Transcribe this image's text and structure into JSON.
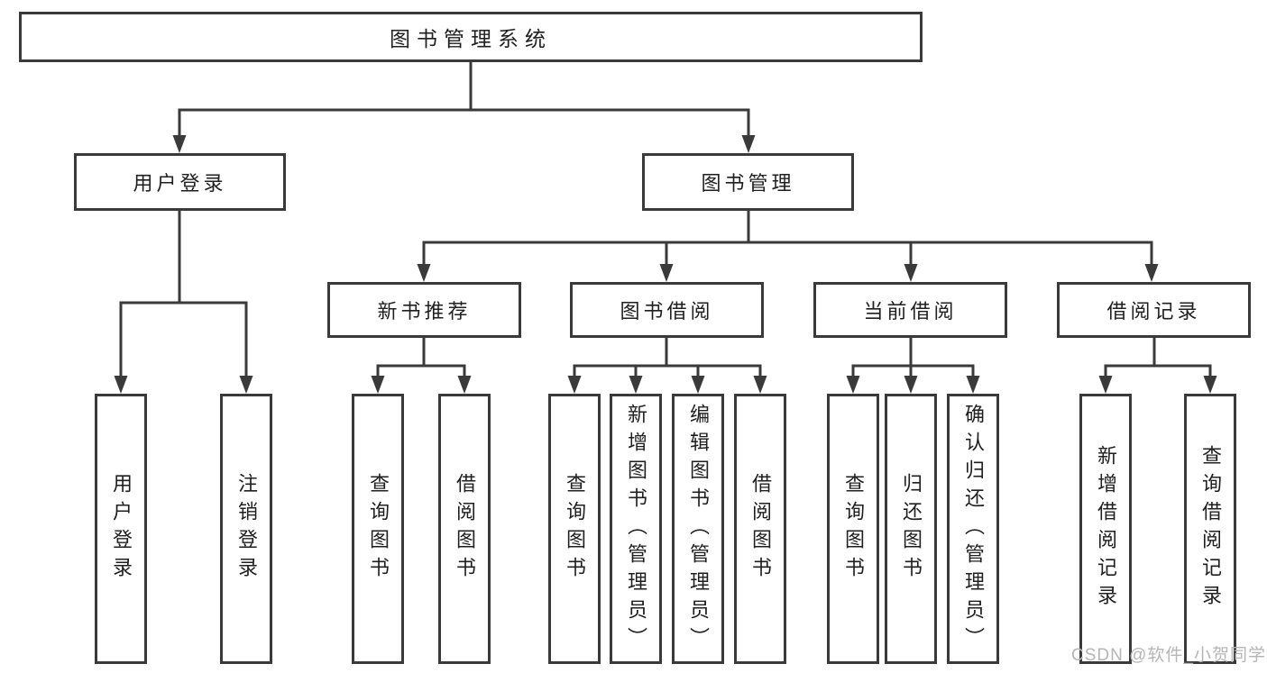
{
  "diagram": {
    "title": "图书管理系统",
    "colors": {
      "background": "#ffffff",
      "line": "#3a3a3a",
      "box_border": "#3a3a3a",
      "text": "#1f1f1f",
      "watermark": "#b5b5b5"
    },
    "root": {
      "label": "图书管理系统"
    },
    "level2": {
      "user_login": {
        "label": "用户登录"
      },
      "book_management": {
        "label": "图书管理"
      }
    },
    "level3": {
      "new_book_recommend": {
        "label": "新书推荐"
      },
      "book_borrow": {
        "label": "图书借阅"
      },
      "current_borrow": {
        "label": "当前借阅"
      },
      "borrow_record": {
        "label": "借阅记录"
      }
    },
    "leaves": {
      "user_login_leaf": {
        "label": "用户登录"
      },
      "logout_leaf": {
        "label": "注销登录"
      },
      "query_book_recommend": {
        "label": "查询图书"
      },
      "borrow_book_recommend": {
        "label": "借阅图书"
      },
      "query_book_borrow": {
        "label": "查询图书"
      },
      "add_book_admin": {
        "label": "新增图书（管理员）"
      },
      "edit_book_admin": {
        "label": "编辑图书（管理员）"
      },
      "borrow_book_borrow": {
        "label": "借阅图书"
      },
      "query_book_current": {
        "label": "查询图书"
      },
      "return_book": {
        "label": "归还图书"
      },
      "confirm_return_admin": {
        "label": "确认归还（管理员）"
      },
      "add_borrow_record": {
        "label": "新增借阅记录"
      },
      "query_borrow_record": {
        "label": "查询借阅记录"
      }
    },
    "hierarchy": [
      {
        "parent": "图书管理系统",
        "children": [
          "用户登录",
          "图书管理"
        ]
      },
      {
        "parent": "用户登录",
        "children": [
          "用户登录",
          "注销登录"
        ]
      },
      {
        "parent": "图书管理",
        "children": [
          "新书推荐",
          "图书借阅",
          "当前借阅",
          "借阅记录"
        ]
      },
      {
        "parent": "新书推荐",
        "children": [
          "查询图书",
          "借阅图书"
        ]
      },
      {
        "parent": "图书借阅",
        "children": [
          "查询图书",
          "新增图书（管理员）",
          "编辑图书（管理员）",
          "借阅图书"
        ]
      },
      {
        "parent": "当前借阅",
        "children": [
          "查询图书",
          "归还图书",
          "确认归还（管理员）"
        ]
      },
      {
        "parent": "借阅记录",
        "children": [
          "新增借阅记录",
          "查询借阅记录"
        ]
      }
    ]
  },
  "watermark": {
    "text": "CSDN @软件_小贺同学"
  }
}
